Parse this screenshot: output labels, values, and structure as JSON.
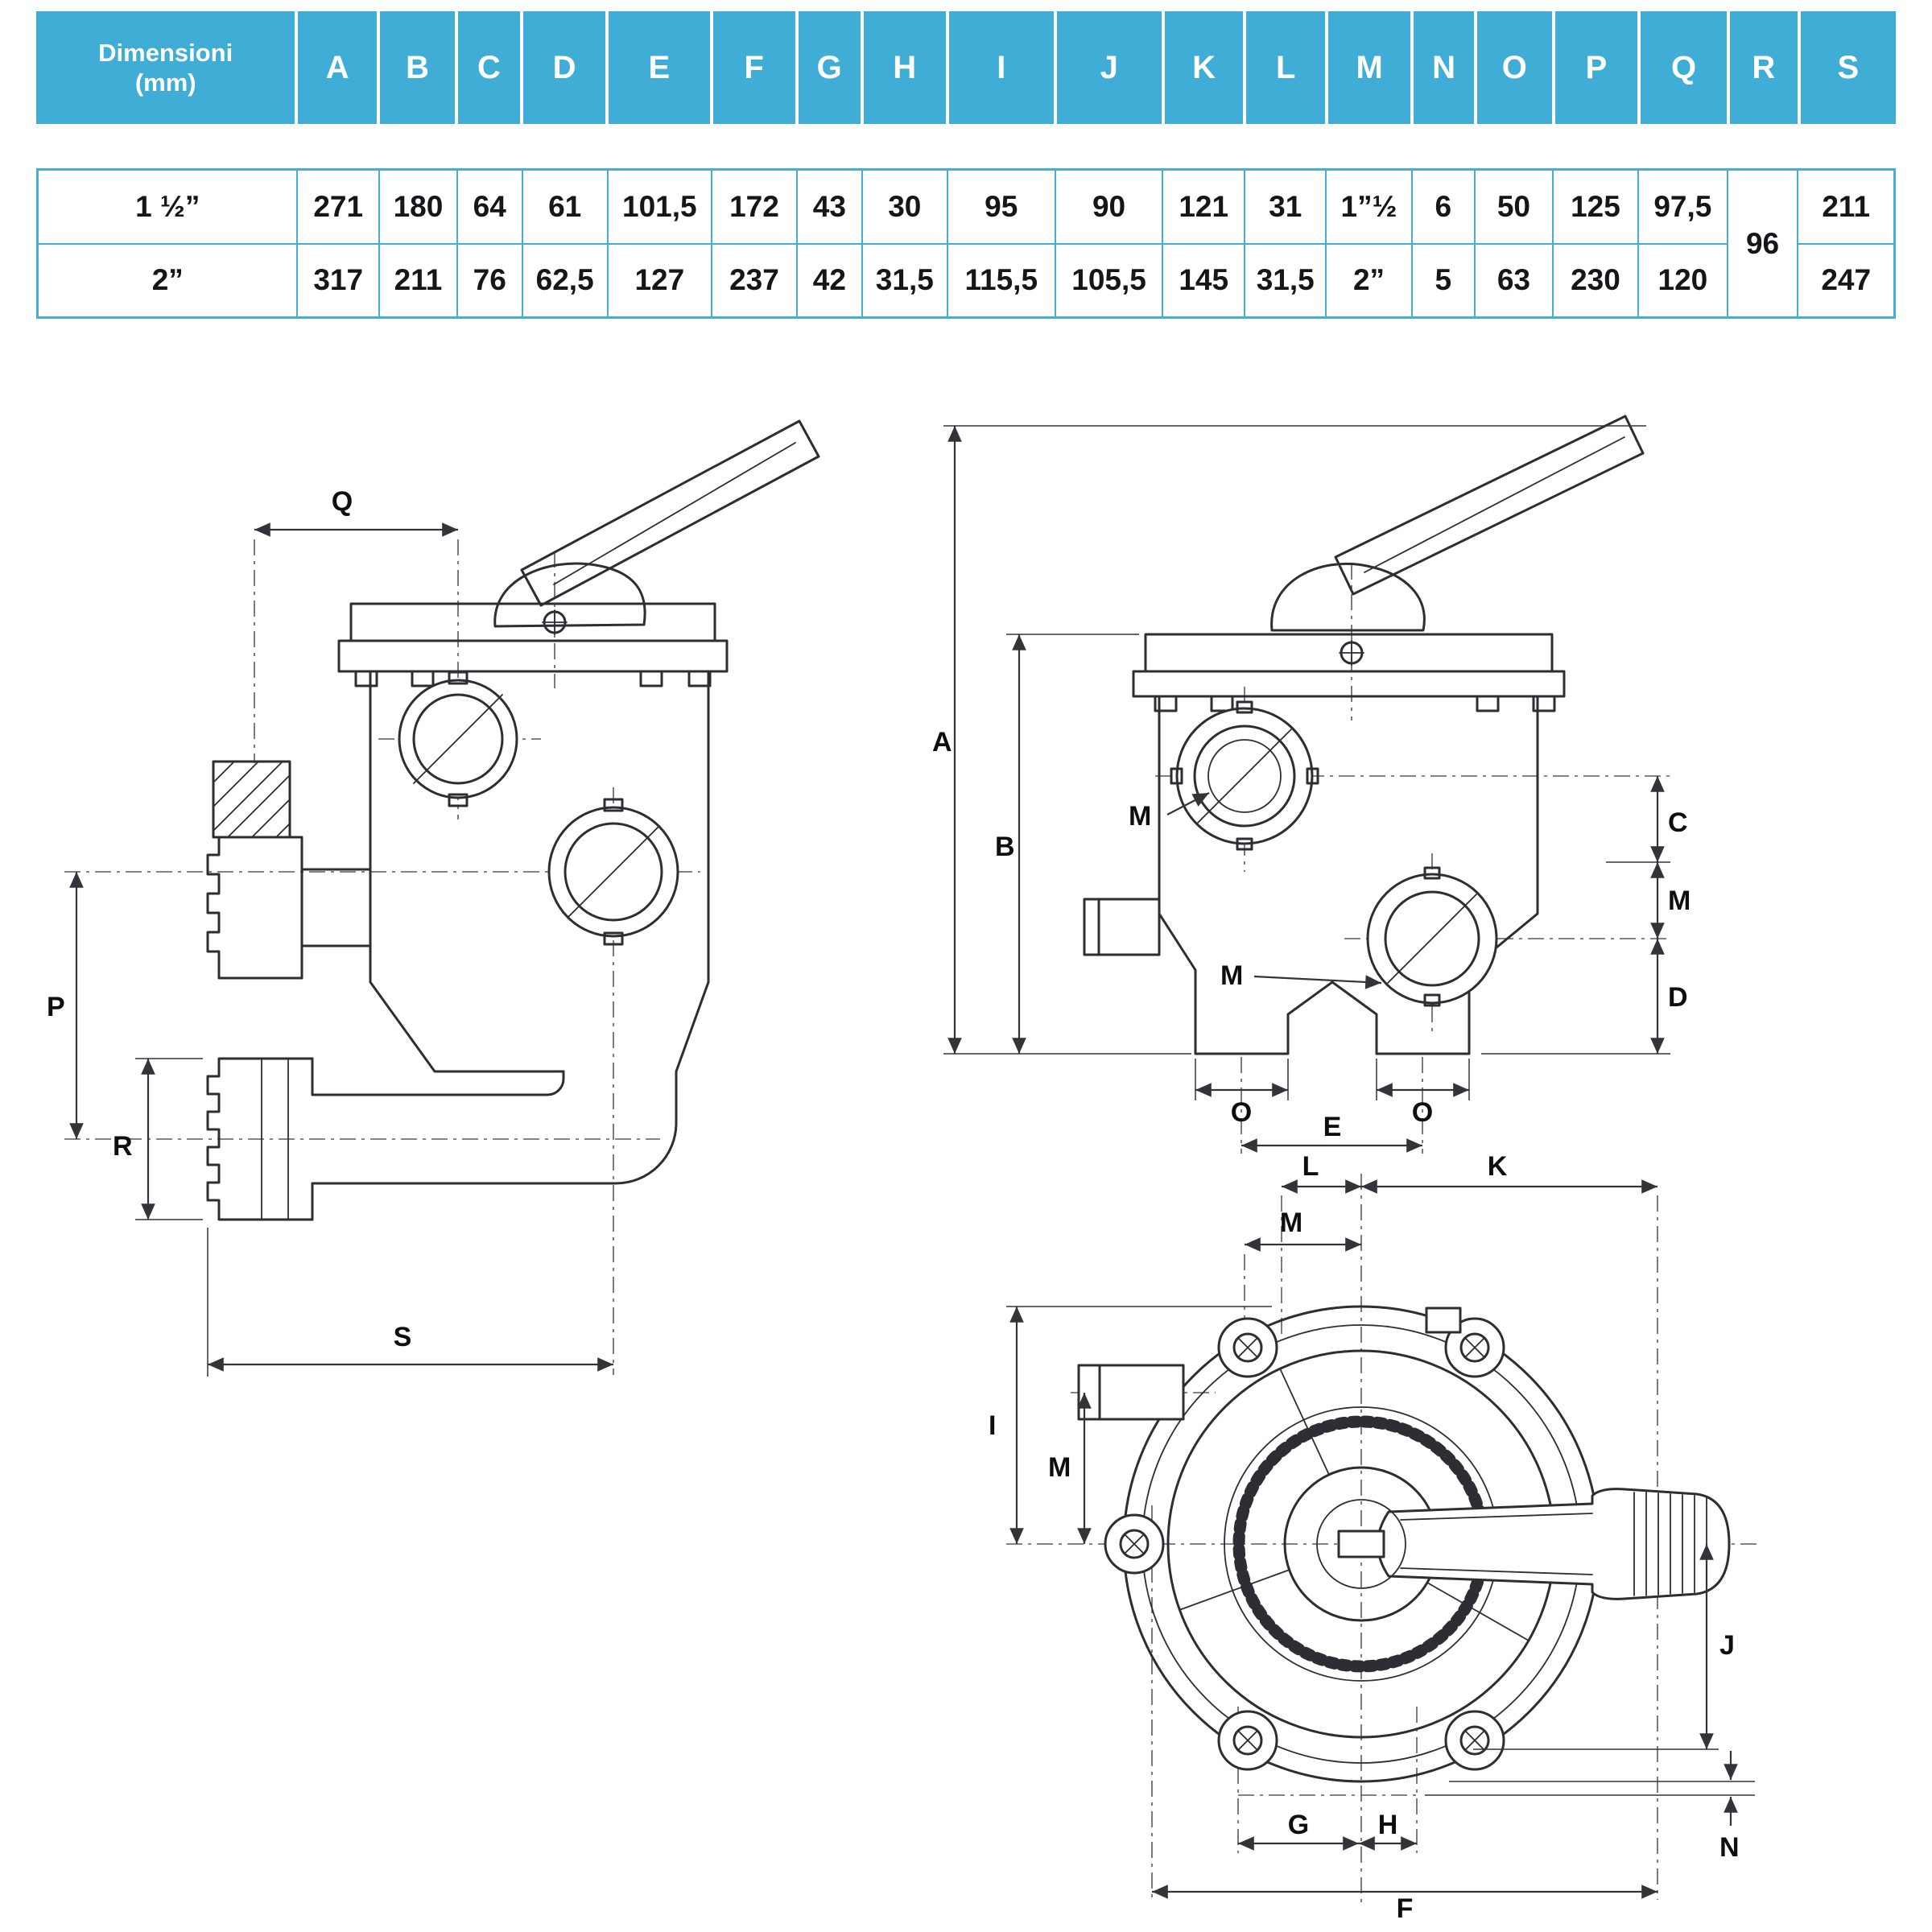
{
  "table": {
    "dim_header": "Dimensioni\n(mm)",
    "columns": [
      "A",
      "B",
      "C",
      "D",
      "E",
      "F",
      "G",
      "H",
      "I",
      "J",
      "K",
      "L",
      "M",
      "N",
      "O",
      "P",
      "Q",
      "R",
      "S"
    ],
    "rows": [
      {
        "size": "1 ½”",
        "A": "271",
        "B": "180",
        "C": "64",
        "D": "61",
        "E": "101,5",
        "F": "172",
        "G": "43",
        "H": "30",
        "I": "95",
        "J": "90",
        "K": "121",
        "L": "31",
        "M": "1”½",
        "N": "6",
        "O": "50",
        "P": "125",
        "Q": "97,5",
        "S": "211"
      },
      {
        "size": "2”",
        "A": "317",
        "B": "211",
        "C": "76",
        "D": "62,5",
        "E": "127",
        "F": "237",
        "G": "42",
        "H": "31,5",
        "I": "115,5",
        "J": "105,5",
        "K": "145",
        "L": "31,5",
        "M": "2”",
        "N": "5",
        "O": "63",
        "P": "230",
        "Q": "120",
        "S": "247"
      }
    ],
    "R_shared": "96"
  },
  "colors": {
    "header_blue": "#3fadd6",
    "grid_blue": "#45aed4",
    "line_dark": "#2d2e33"
  },
  "drawings": {
    "side": {
      "Q": "Q",
      "P": "P",
      "R": "R",
      "S": "S"
    },
    "front": {
      "A": "A",
      "B": "B",
      "M1": "M",
      "C": "C",
      "M2": "M",
      "M3": "M",
      "D": "D",
      "O1": "O",
      "O2": "O",
      "E": "E"
    },
    "top": {
      "L": "L",
      "K": "K",
      "M1": "M",
      "I": "I",
      "M2": "M",
      "J": "J",
      "N": "N",
      "G": "G",
      "H": "H",
      "F": "F"
    }
  }
}
